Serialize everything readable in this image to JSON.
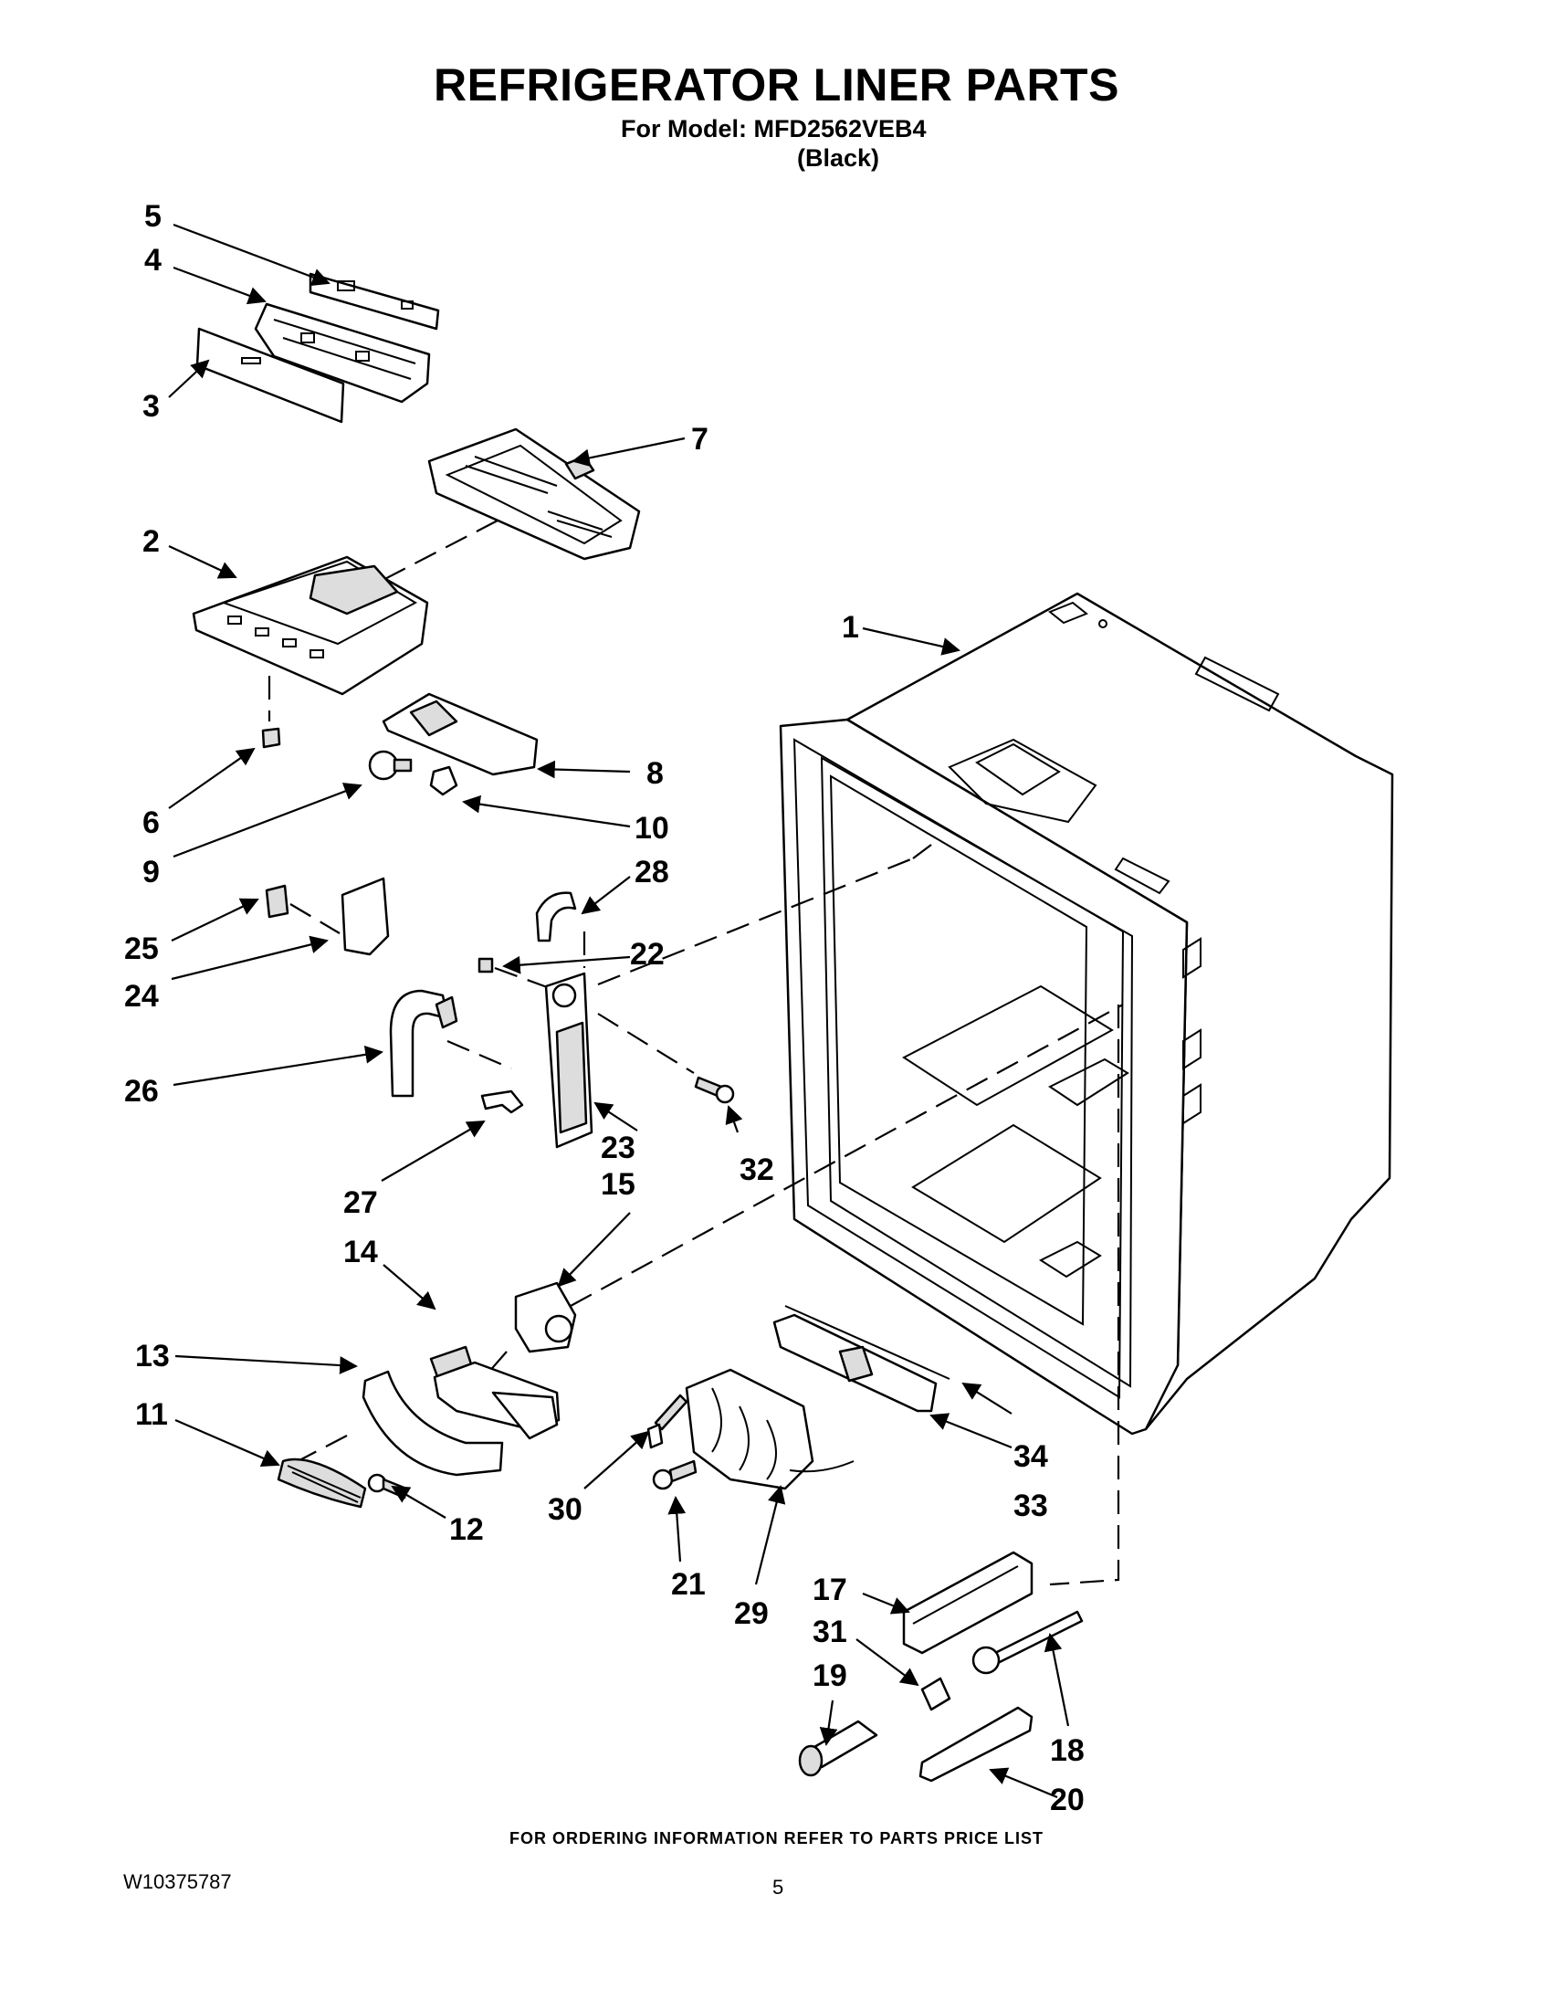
{
  "header": {
    "title": "REFRIGERATOR LINER PARTS",
    "model_line": "For Model: MFD2562VEB4",
    "color_line": "(Black)"
  },
  "footer": {
    "ordering_note": "FOR ORDERING INFORMATION REFER TO PARTS PRICE LIST",
    "document_id": "W10375787",
    "page_number": "5"
  },
  "callouts": [
    "1",
    "2",
    "3",
    "4",
    "5",
    "6",
    "7",
    "8",
    "9",
    "10",
    "11",
    "12",
    "13",
    "14",
    "15",
    "17",
    "18",
    "19",
    "20",
    "21",
    "22",
    "23",
    "24",
    "25",
    "26",
    "27",
    "28",
    "29",
    "30",
    "31",
    "32",
    "33",
    "34"
  ]
}
